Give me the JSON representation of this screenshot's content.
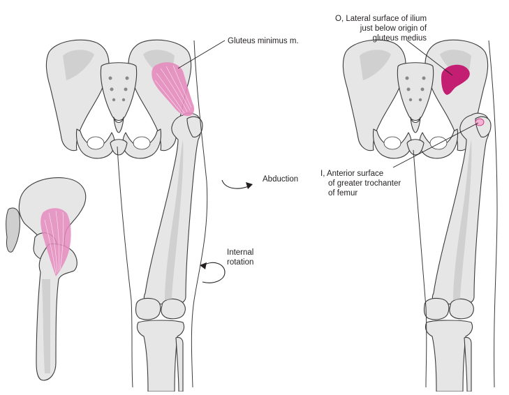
{
  "labels": {
    "muscle": "Gluteus minimus m.",
    "abduction": "Abduction",
    "internal_rotation": [
      "Internal",
      "rotation"
    ],
    "origin": [
      "O, Lateral surface of ilium",
      "just below origin of",
      "gluteus medius"
    ],
    "insertion": [
      "I, Anterior surface",
      "of greater trochanter",
      "of femur"
    ]
  },
  "colors": {
    "muscle": "#e58bbd",
    "origin_area": "#c41e73",
    "insertion_area": "#f4b3d2",
    "bone": "#e6e6e6",
    "outline": "#3a3a3a"
  }
}
